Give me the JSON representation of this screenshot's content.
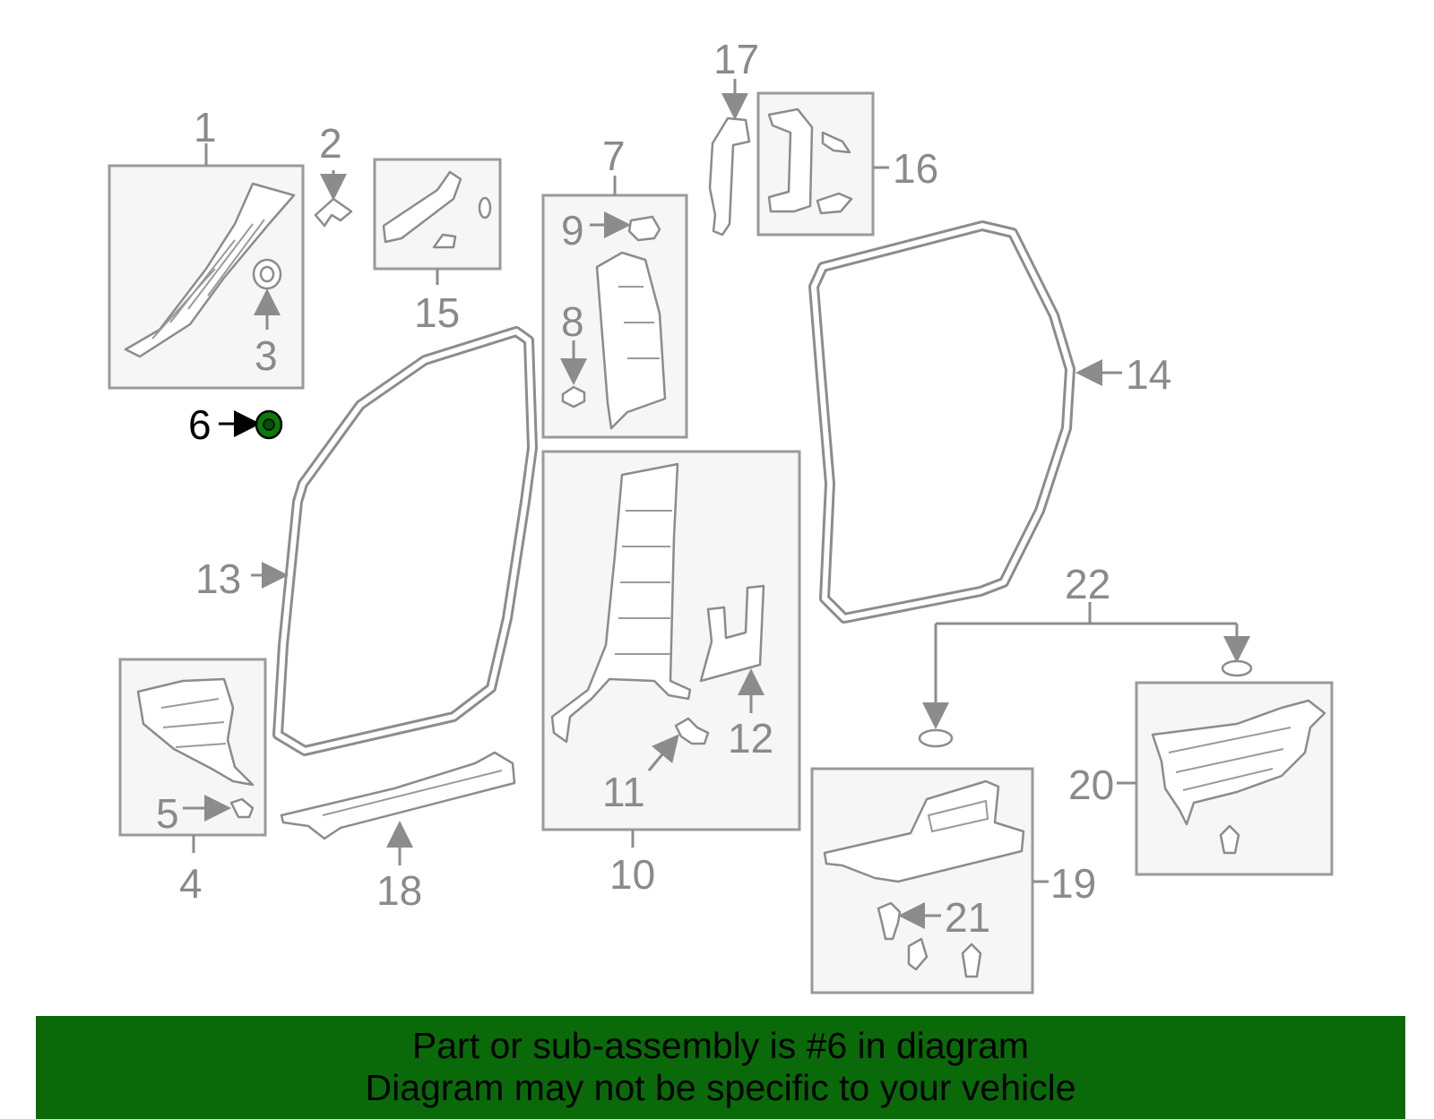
{
  "diagram": {
    "callouts": {
      "c1": "1",
      "c2": "2",
      "c3": "3",
      "c4": "4",
      "c5": "5",
      "c6": "6",
      "c7": "7",
      "c8": "8",
      "c9": "9",
      "c10": "10",
      "c11": "11",
      "c12": "12",
      "c13": "13",
      "c14": "14",
      "c15": "15",
      "c16": "16",
      "c17": "17",
      "c18": "18",
      "c19": "19",
      "c20": "20",
      "c21": "21",
      "c22": "22"
    },
    "highlighted_part": "6",
    "highlight_color": "#006600"
  },
  "banner": {
    "line1": "Part or sub-assembly is #6 in diagram",
    "line2": "Diagram may not be specific to your vehicle",
    "background": "#0a6a0a"
  }
}
